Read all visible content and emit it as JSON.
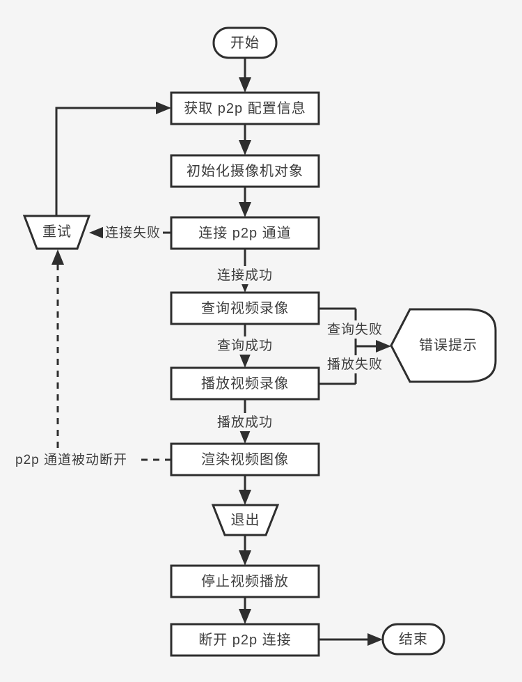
{
  "nodes": {
    "start": {
      "label": "开始",
      "type": "terminator"
    },
    "get_config": {
      "label": "获取 p2p 配置信息",
      "type": "process"
    },
    "init_camera": {
      "label": "初始化摄像机对象",
      "type": "process"
    },
    "connect": {
      "label": "连接 p2p 通道",
      "type": "process"
    },
    "retry": {
      "label": "重试",
      "type": "manual-operation"
    },
    "query": {
      "label": "查询视频录像",
      "type": "process"
    },
    "play": {
      "label": "播放视频录像",
      "type": "process"
    },
    "error": {
      "label": "错误提示",
      "type": "display"
    },
    "render": {
      "label": "渲染视频图像",
      "type": "process"
    },
    "exit": {
      "label": "退出",
      "type": "manual-operation"
    },
    "stop": {
      "label": "停止视频播放",
      "type": "process"
    },
    "disconnect": {
      "label": "断开 p2p 连接",
      "type": "process"
    },
    "end": {
      "label": "结束",
      "type": "terminator"
    }
  },
  "edge_labels": {
    "connect_fail": "连接失败",
    "connect_ok": "连接成功",
    "query_ok": "查询成功",
    "query_fail": "查询失败",
    "play_fail": "播放失败",
    "play_ok": "播放成功",
    "passive_disconnect": "p2p 通道被动断开"
  },
  "colors": {
    "background": "#f5f5f5",
    "node_fill": "#ffffff",
    "stroke": "#2e2e2e",
    "text": "#3d3d3d"
  }
}
